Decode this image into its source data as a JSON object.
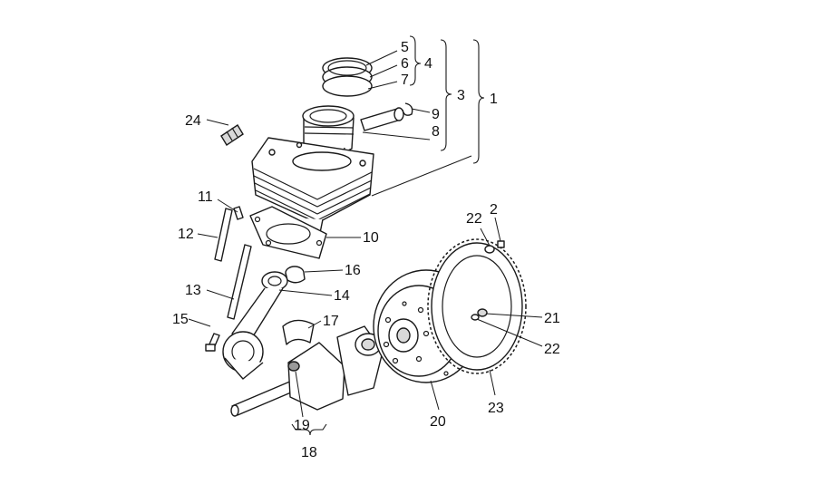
{
  "callouts": {
    "c1": "1",
    "c2": "2",
    "c3": "3",
    "c4": "4",
    "c5": "5",
    "c6": "6",
    "c7": "7",
    "c8": "8",
    "c9": "9",
    "c10": "10",
    "c11": "11",
    "c12": "12",
    "c13": "13",
    "c14": "14",
    "c15": "15",
    "c16": "16",
    "c17": "17",
    "c18": "18",
    "c19": "19",
    "c20": "20",
    "c21": "21",
    "c22a": "22",
    "c22b": "22",
    "c23": "23",
    "c24": "24"
  },
  "colors": {
    "line": "#1a1a1a",
    "fill": "#ffffff",
    "shade": "#d9d9d9"
  }
}
